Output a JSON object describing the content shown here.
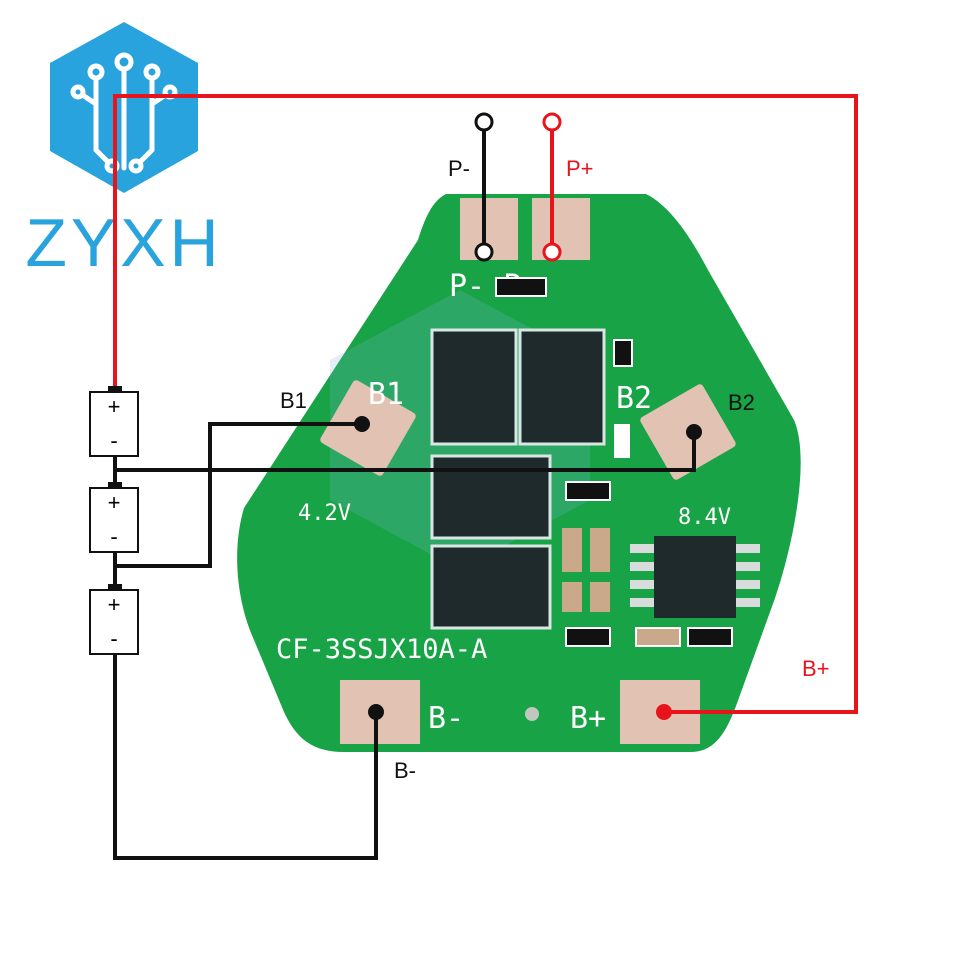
{
  "logo": {
    "text": "ZYXH",
    "color": "#29a3dd"
  },
  "labels": {
    "p_minus": "P-",
    "p_plus": "P+",
    "b1": "B1",
    "b2": "B2",
    "b_minus": "B-",
    "b_plus": "B+"
  },
  "silkscreen": {
    "p_minus_p_plus": "P-   P+",
    "b1": "B1",
    "b2": "B2",
    "v_low": "4.2V",
    "v_high": "8.4V",
    "model": "CF-3SSJX10A-A",
    "b_minus": "B-",
    "b_plus": "B+"
  },
  "cells": [
    {
      "plus": "+",
      "minus": "-"
    },
    {
      "plus": "+",
      "minus": "-"
    },
    {
      "plus": "+",
      "minus": "-"
    }
  ],
  "colors": {
    "pcb_green": "#17a346",
    "pad_copper": "#e2c2b2",
    "wire_red": "#e8141c",
    "wire_black": "#111111",
    "logo_blue": "#29a3dd",
    "mosfet": "#1f2a2c"
  },
  "icons": {
    "logo": "circuit-hexagon-icon",
    "terminal": "ring-terminal-icon",
    "cell": "battery-cell-icon"
  }
}
